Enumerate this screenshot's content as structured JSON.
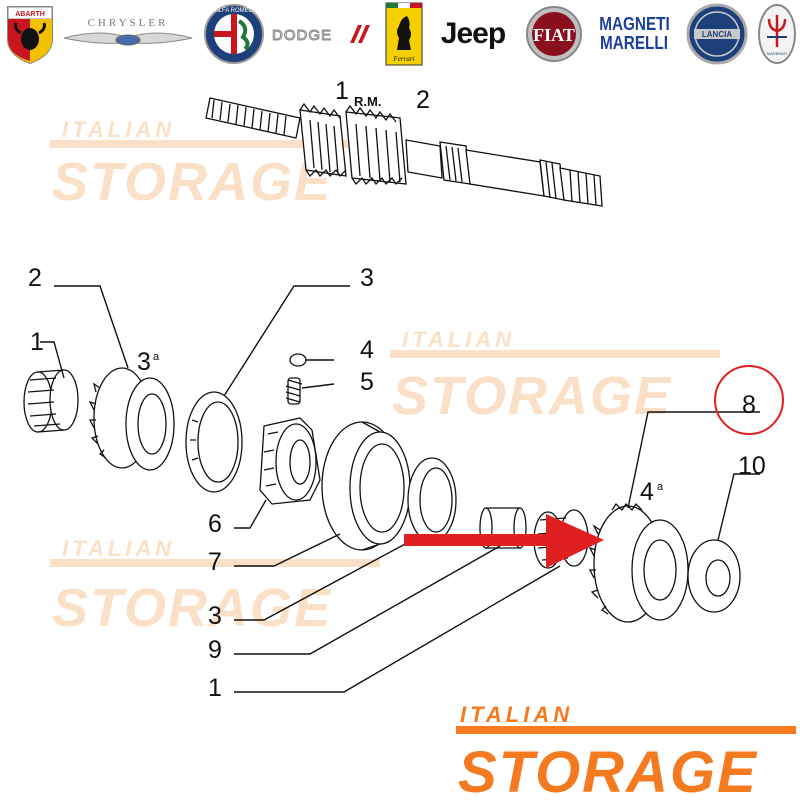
{
  "brands": [
    {
      "name": "Abarth",
      "label": "ABARTH",
      "icon": "abarth-scorpion-icon"
    },
    {
      "name": "Chrysler",
      "label": "CHRYSLER",
      "icon": "chrysler-wings-icon"
    },
    {
      "name": "Alfa Romeo",
      "label": "ALFA ROMEO",
      "icon": "alfa-romeo-badge-icon"
    },
    {
      "name": "Dodge",
      "label": "DODGE",
      "icon": "dodge-stripes-icon"
    },
    {
      "name": "Ferrari",
      "label": "Ferrari",
      "icon": "ferrari-horse-icon"
    },
    {
      "name": "Jeep",
      "label": "Jeep",
      "icon": "jeep-wordmark-icon"
    },
    {
      "name": "Fiat",
      "label": "FIAT",
      "icon": "fiat-badge-icon"
    },
    {
      "name": "Magneti Marelli",
      "label_line1": "MAGNETI",
      "label_line2": "MARELLI",
      "icon": "magneti-marelli-wordmark-icon"
    },
    {
      "name": "Lancia",
      "label": "LANCIA",
      "icon": "lancia-badge-icon"
    },
    {
      "name": "Maserati",
      "label": "MASERATI",
      "icon": "maserati-trident-icon"
    }
  ],
  "watermark": {
    "top_word": "ITALIAN",
    "bottom_word": "STORAGE",
    "color": "#f47a20",
    "faint_color": "#fbe0c8"
  },
  "shaft": {
    "label_left": "1",
    "label_rm": "R.M.",
    "label_right": "2"
  },
  "callouts": {
    "c1_top": "1",
    "c2_top": "2",
    "c3_top": "3",
    "c3a": "3",
    "c3a_sup": "a",
    "c4": "4",
    "c5": "5",
    "c6": "6",
    "c7": "7",
    "c3_low": "3",
    "c9": "9",
    "c1_low": "1",
    "c8": "8",
    "c10": "10",
    "c4a": "4",
    "c4a_sup": "a"
  },
  "colors": {
    "highlight_red": "#e02020",
    "line": "#111111",
    "brand_gray": "#777777"
  }
}
